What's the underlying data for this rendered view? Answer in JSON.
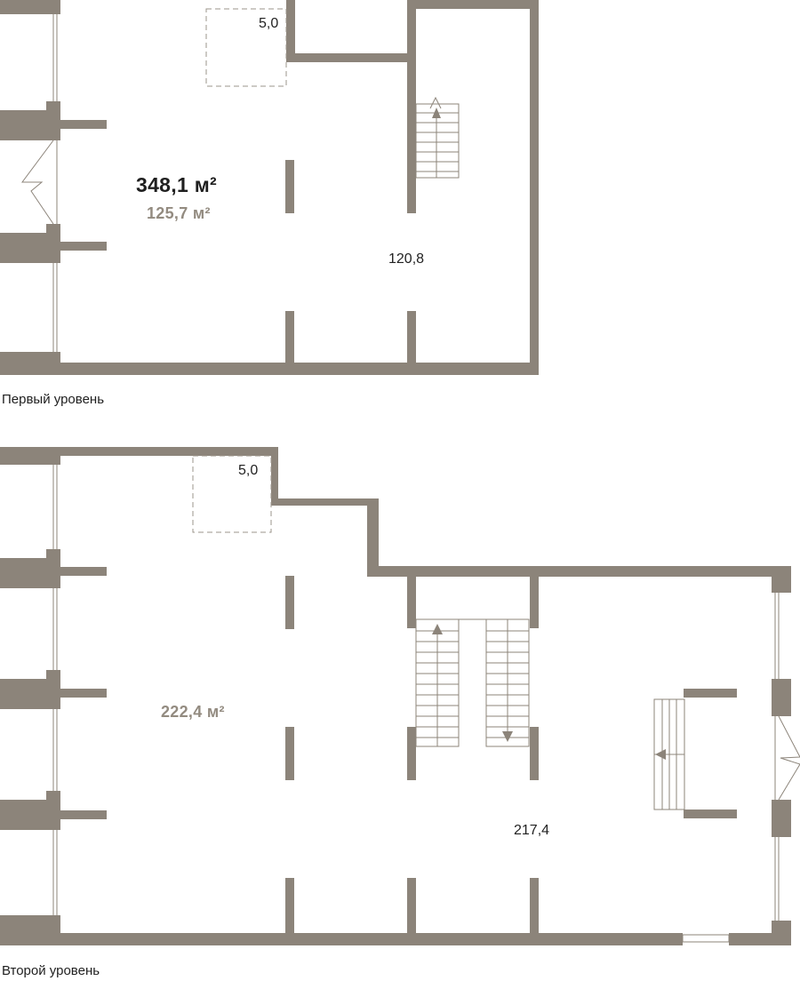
{
  "colors": {
    "wall": "#8c847a",
    "line": "#8c847a",
    "dash": "#9b948b",
    "text_primary": "#1f1f1f",
    "text_secondary": "#938b80"
  },
  "level1": {
    "caption": "Первый уровень",
    "total_area": "348,1 м²",
    "level_area": "125,7 м²",
    "room_main": "120,8",
    "room_small": "5,0"
  },
  "level2": {
    "caption": "Второй уровень",
    "level_area": "222,4 м²",
    "room_main": "217,4",
    "room_small": "5,0"
  }
}
